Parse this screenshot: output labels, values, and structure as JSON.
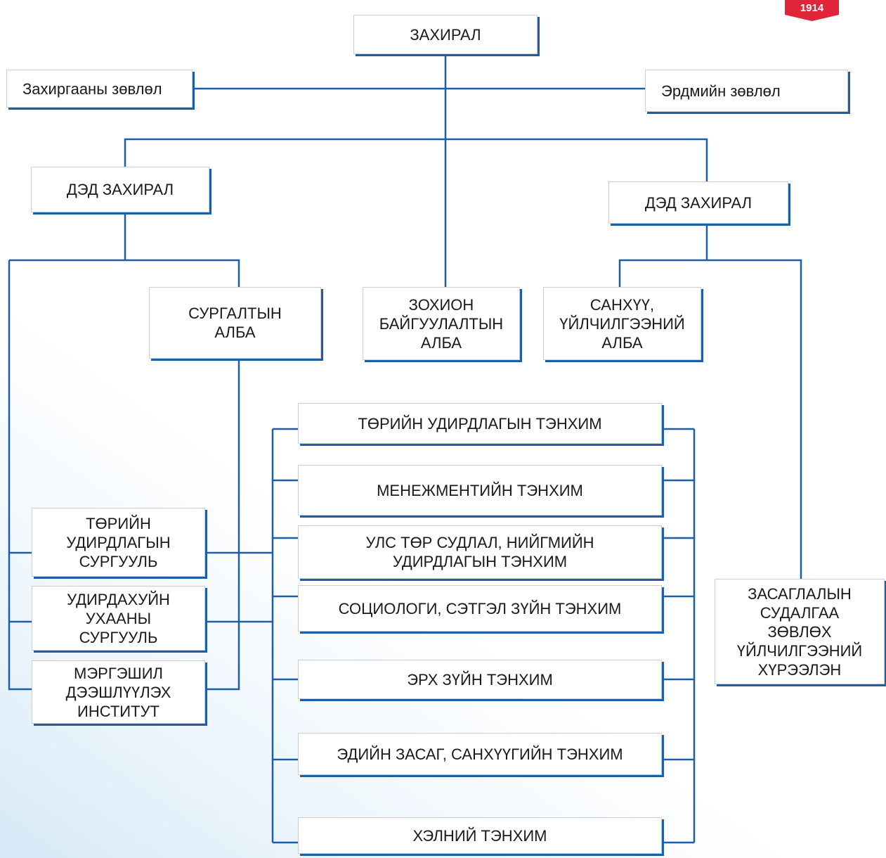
{
  "badge": "1914",
  "colors": {
    "line": "#1c5ea8",
    "shadow": "#1c5ea8",
    "badge": "#e0243a"
  },
  "nodes": {
    "director": "ЗАХИРАЛ",
    "admin_council": "Захиргааны зөвлөл",
    "academic_council": "Эрдмийн зөвлөл",
    "deputy_left": "ДЭД ЗАХИРАЛ",
    "deputy_right": "ДЭД ЗАХИРАЛ",
    "training_office": "СУРГАЛТЫН\nАЛБА",
    "organizing_office": "ЗОХИОН\nБАЙГУУЛАЛТЫН\nАЛБА",
    "finance_office": "САНХҮҮ,\nҮЙЛЧИЛГЭЭНИЙ\nАЛБА",
    "school_public_admin": "ТӨРИЙН\nУДИРДЛАГЫН\nСУРГУУЛЬ",
    "school_management": "УДИРДАХУЙН\nУХААНЫ\nСУРГУУЛЬ",
    "institute": "МЭРГЭШИЛ\nДЭЭШЛҮҮЛЭХ\nИНСТИТУТ",
    "governance_center": "ЗАСАГЛАЛЫН\nСУДАЛГАА\nЗӨВЛӨХ\nҮЙЛЧИЛГЭЭНИЙ\nХҮРЭЭЛЭН"
  },
  "departments": [
    "ТӨРИЙН УДИРДЛАГЫН ТЭНХИМ",
    "МЕНЕЖМЕНТИЙН ТЭНХИМ",
    "УЛС ТӨР СУДЛАЛ, НИЙГМИЙН\nУДИРДЛАГЫН ТЭНХИМ",
    "СОЦИОЛОГИ, СЭТГЭЛ ЗҮЙН ТЭНХИМ",
    "ЭРХ ЗҮЙН ТЭНХИМ",
    "ЭДИЙН ЗАСАГ, САНХҮҮГИЙН ТЭНХИМ",
    "ХЭЛНИЙ ТЭНХИМ"
  ]
}
